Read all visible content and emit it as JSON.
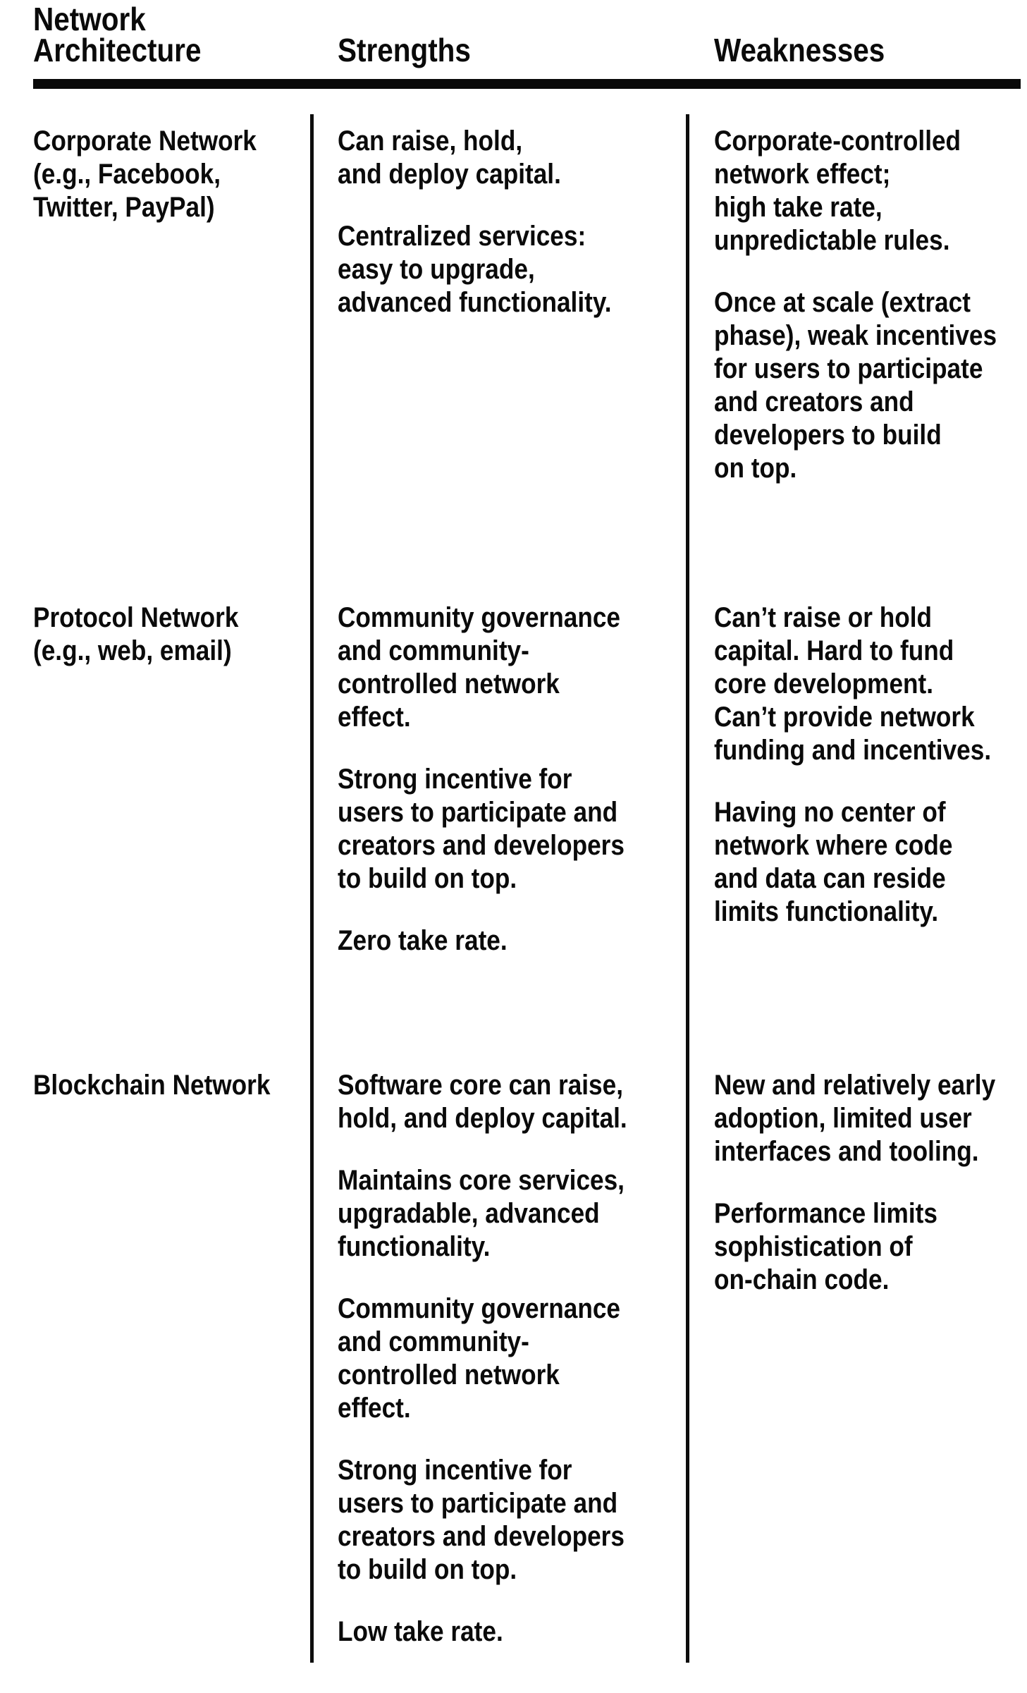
{
  "page": {
    "background_color": "#ffffff",
    "text_color": "#0a0a0a",
    "rule_color": "#0a0a0a"
  },
  "header": {
    "col1_lines": [
      "Network",
      "Architecture"
    ],
    "col2": "Strengths",
    "col3": "Weaknesses"
  },
  "rows": [
    {
      "architecture": [
        [
          "Corporate Network",
          "(e.g., Facebook,",
          "Twitter, PayPal)"
        ]
      ],
      "strengths": [
        [
          "Can raise, hold,",
          "and deploy capital."
        ],
        [
          "Centralized services:",
          "easy to upgrade,",
          "advanced functionality."
        ]
      ],
      "weaknesses": [
        [
          "Corporate-controlled",
          "network effect;",
          "high take rate,",
          "unpredictable rules."
        ],
        [
          "Once at scale (extract",
          "phase), weak incentives",
          "for users to participate",
          "and creators and",
          "developers to build",
          "on top."
        ]
      ]
    },
    {
      "architecture": [
        [
          "Protocol Network",
          "(e.g., web, email)"
        ]
      ],
      "strengths": [
        [
          "Community governance",
          "and community-",
          "controlled network",
          "effect."
        ],
        [
          "Strong incentive for",
          "users to participate and",
          "creators and developers",
          "to build on top."
        ],
        [
          "Zero take rate."
        ]
      ],
      "weaknesses": [
        [
          "Can’t raise or hold",
          "capital. Hard to fund",
          "core development.",
          "Can’t provide network",
          "funding and incentives."
        ],
        [
          "Having no center of",
          "network where code",
          "and data can reside",
          "limits functionality."
        ]
      ]
    },
    {
      "architecture": [
        [
          "Blockchain Network"
        ]
      ],
      "strengths": [
        [
          "Software core can raise,",
          "hold, and deploy capital."
        ],
        [
          "Maintains core services,",
          "upgradable, advanced",
          "functionality."
        ],
        [
          "Community governance",
          "and community-",
          "controlled network",
          "effect."
        ],
        [
          "Strong incentive for",
          "users to participate and",
          "creators and developers",
          "to build on top."
        ],
        [
          "Low take rate."
        ]
      ],
      "weaknesses": [
        [
          "New and relatively early",
          "adoption, limited user",
          "interfaces and tooling."
        ],
        [
          "Performance limits",
          "sophistication of",
          "on-chain code."
        ]
      ]
    }
  ]
}
